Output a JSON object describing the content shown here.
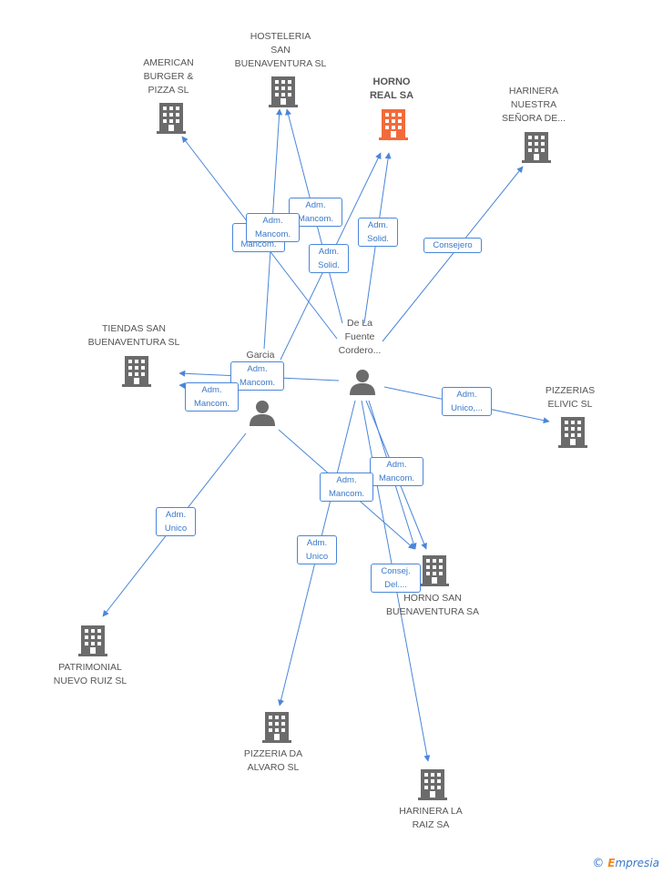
{
  "colors": {
    "edge": "#4a86d9",
    "icon": "#6b6b6b",
    "highlight": "#f26b3a",
    "edge_text": "#3a78c8"
  },
  "nodes": {
    "hosteleria": {
      "label": "HOSTELERIA\nSAN\nBUENAVENTURA SL",
      "icon": "building-icon"
    },
    "american": {
      "label": "AMERICAN\nBURGER &\nPIZZA SL",
      "icon": "building-icon"
    },
    "horno_real": {
      "label": "HORNO\nREAL SA",
      "icon": "building-icon"
    },
    "harinera_nuestra": {
      "label": "HARINERA\nNUESTRA\nSEÑORA DE...",
      "icon": "building-icon"
    },
    "tiendas": {
      "label": "TIENDAS SAN\nBUENAVENTURA SL",
      "icon": "building-icon"
    },
    "garcia": {
      "label": "Garcia",
      "icon": "person-icon"
    },
    "delafuente": {
      "label": "De La\nFuente\nCordero...",
      "icon": "person-icon"
    },
    "pizzerias": {
      "label": "PIZZERIAS\nELIVIC SL",
      "icon": "building-icon"
    },
    "horno_san": {
      "label": "HORNO SAN\nBUENAVENTURA SA",
      "icon": "building-icon"
    },
    "patrimonial": {
      "label": "PATRIMONIAL\nNUEVO RUIZ SL",
      "icon": "building-icon"
    },
    "pizzeria_alvaro": {
      "label": "PIZZERIA DA\nALVARO SL",
      "icon": "building-icon"
    },
    "harinera_raiz": {
      "label": "HARINERA LA\nRAIZ SA",
      "icon": "building-icon"
    }
  },
  "edge_labels": {
    "mancom_1": "Adm.\nMancom.",
    "mancom_2": "Adm.\nMancom.",
    "mancom_3": "Adm.\nMancom.",
    "solid_1": "Adm.\nSolid.",
    "solid_2": "Adm.\nSolid.",
    "consejero": "Consejero",
    "mancom_4": "Adm.\nMancom.",
    "mancom_5": "Adm.\nMancom.",
    "unico_elivic": "Adm.\nUnico,...",
    "mancom_6": "Adm.\nMancom.",
    "mancom_7": "Adm.\nMancom.",
    "unico_1": "Adm.\nUnico",
    "unico_2": "Adm.\nUnico",
    "consej_del": "Consej.\nDel...."
  },
  "brand": {
    "copyright": "©",
    "e": "E",
    "rest": "mpresia"
  }
}
